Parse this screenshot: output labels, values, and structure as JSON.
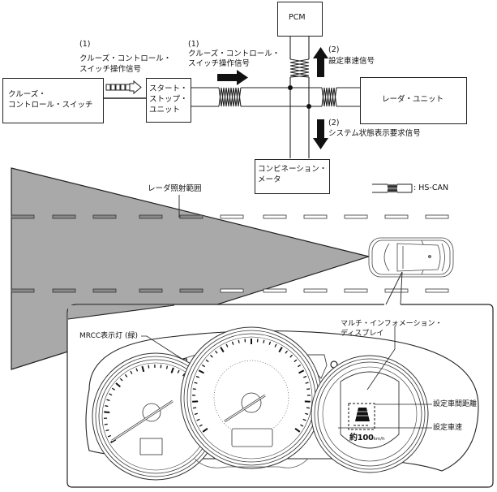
{
  "diagram": {
    "title": "MRCC system signal flow",
    "nodes": {
      "cruise_switch": "クルーズ・\nコントロール・スイッチ",
      "start_stop_unit": "スタート・\nストップ・\nユニット",
      "pcm": "PCM",
      "radar_unit": "レーダ・ユニット",
      "combination_meter": "コンビネーション・\nメータ"
    },
    "signals": {
      "sig1a_num": "(1)",
      "sig1a_text": "クルーズ・コントロール・\nスイッチ操作信号",
      "sig1b_num": "(1)",
      "sig1b_text": "クルーズ・コントロール・\nスイッチ操作信号",
      "sig2a_num": "(2)",
      "sig2a_text": "設定車速信号",
      "sig2b_num": "(2)",
      "sig2b_text": "システム状態表示要求信号"
    },
    "legend": {
      "hs_can": ": HS-CAN"
    },
    "road": {
      "radar_range_label": "レーダ照射範囲"
    },
    "cluster": {
      "mrcc_indicator_label": "MRCC表示灯 (緑)",
      "mid_label": "マルチ・インフォメーション・\nディスプレイ",
      "set_distance_label": "設定車間距離",
      "set_speed_label": "設定車速",
      "display_speed_value": "約100",
      "display_speed_unit": "km/h"
    },
    "colors": {
      "radar_fill": "#a9a9a9",
      "line": "#222222",
      "lane_marking_dark": "#8a8a8a"
    }
  }
}
